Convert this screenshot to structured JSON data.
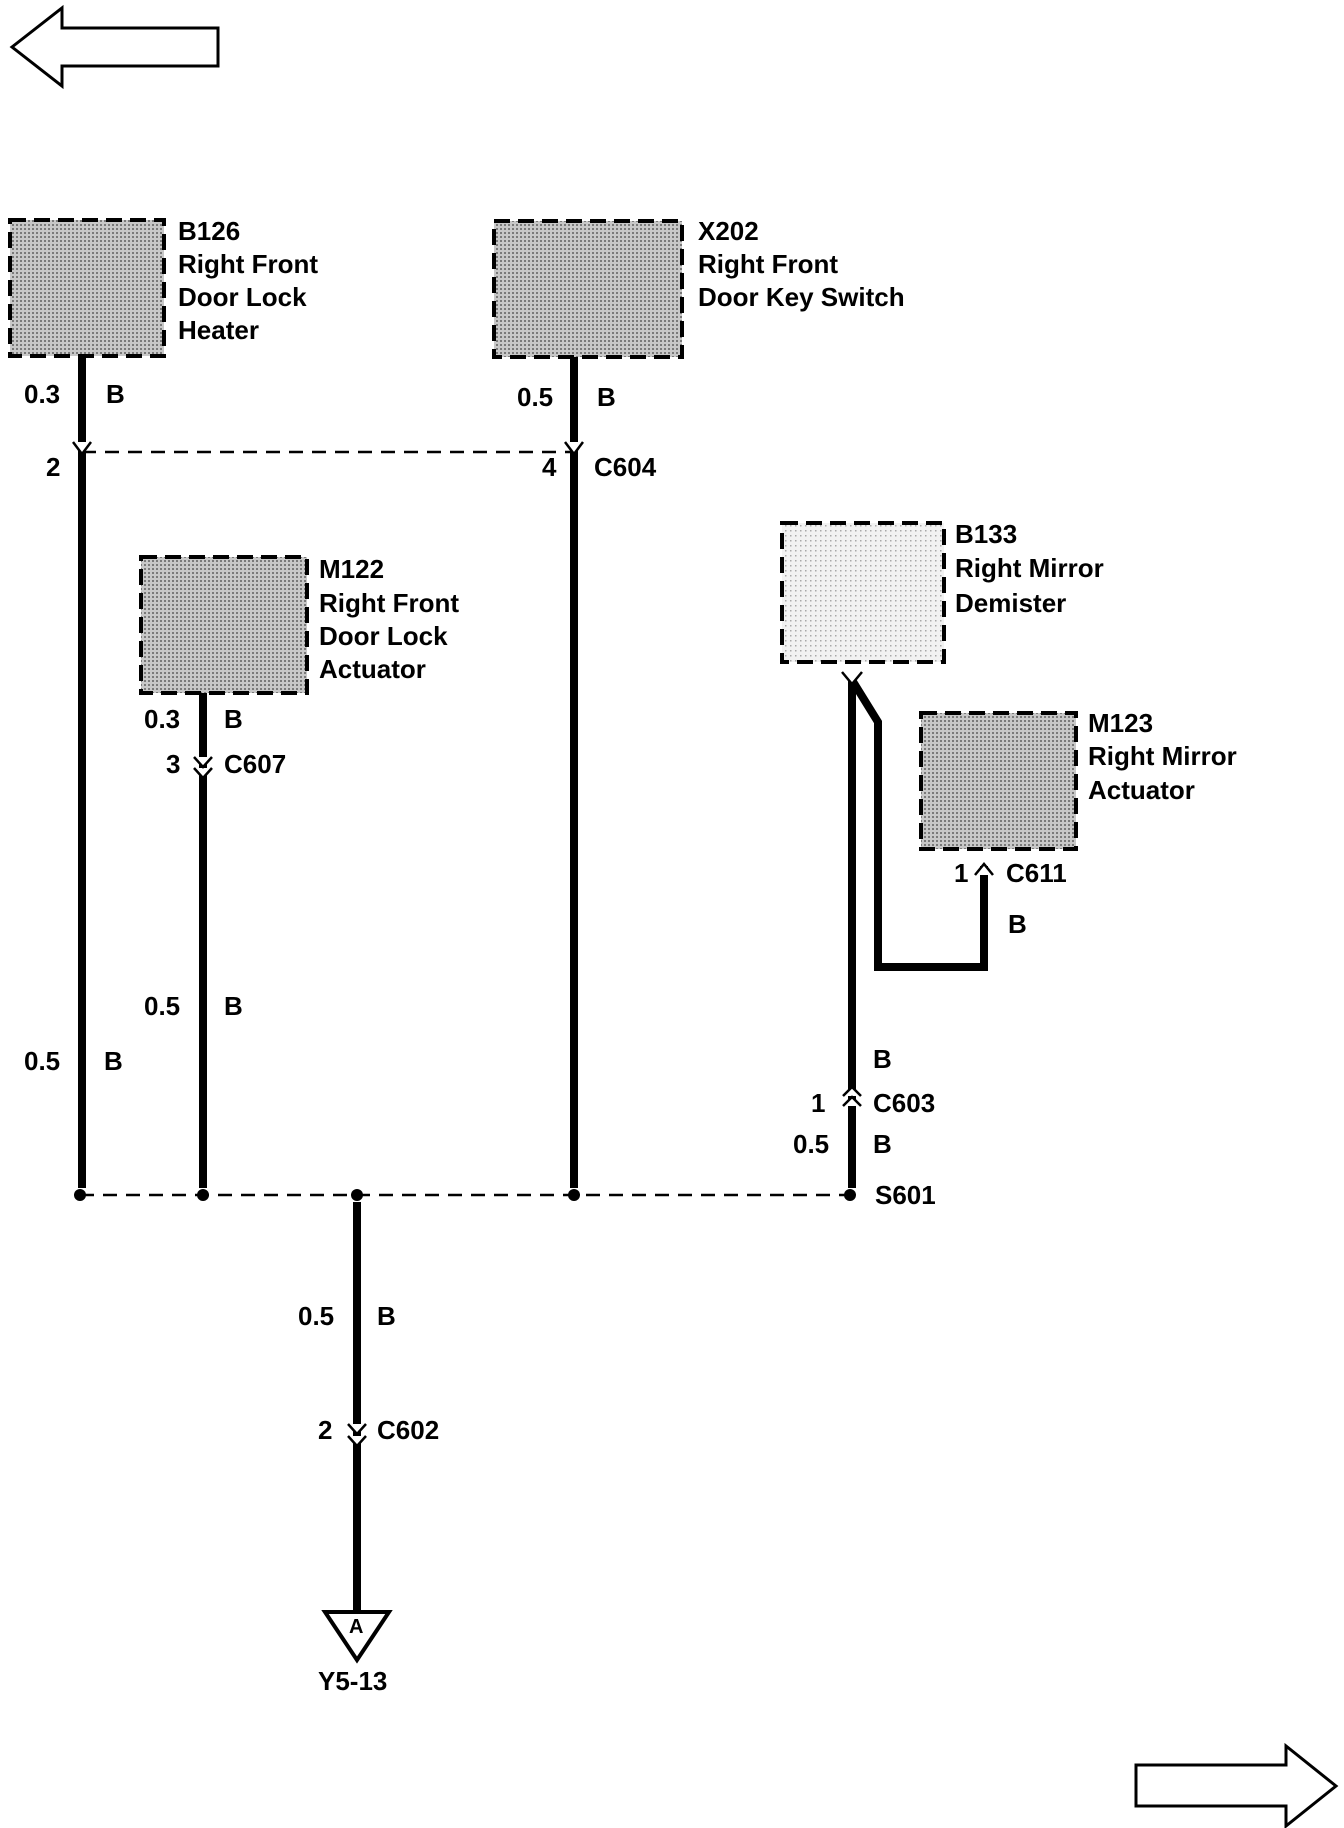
{
  "navigation": {
    "prev_page_icon": "arrow-left-icon",
    "next_page_icon": "arrow-right-icon"
  },
  "components": {
    "b126": {
      "id": "B126",
      "line1": "Right Front",
      "line2": "Door Lock",
      "line3": "Heater"
    },
    "x202": {
      "id": "X202",
      "line1": "Right Front",
      "line2": "Door Key Switch"
    },
    "m122": {
      "id": "M122",
      "line1": "Right Front",
      "line2": "Door Lock",
      "line3": "Actuator"
    },
    "b133": {
      "id": "B133",
      "line1": "Right Mirror",
      "line2": "Demister"
    },
    "m123": {
      "id": "M123",
      "line1": "Right Mirror",
      "line2": "Actuator"
    }
  },
  "wires": {
    "b126_upper": {
      "size": "0.3",
      "color": "B"
    },
    "b126_lower": {
      "size": "0.5",
      "color": "B"
    },
    "x202_upper": {
      "size": "0.5",
      "color": "B"
    },
    "m122_upper": {
      "size": "0.3",
      "color": "B"
    },
    "m122_lower": {
      "size": "0.5",
      "color": "B"
    },
    "m123_wire": {
      "color": "B"
    },
    "b133_upper": {
      "color": "B"
    },
    "b133_lower": {
      "size": "0.5",
      "color": "B"
    },
    "ground_wire": {
      "size": "0.5",
      "color": "B"
    }
  },
  "connectors": {
    "c604": {
      "name": "C604",
      "pin_left": "2",
      "pin_right": "4"
    },
    "c607": {
      "name": "C607",
      "pin": "3"
    },
    "c611": {
      "name": "C611",
      "pin": "1"
    },
    "c603": {
      "name": "C603",
      "pin": "1"
    },
    "c602": {
      "name": "C602",
      "pin": "2"
    }
  },
  "splice": {
    "name": "S601"
  },
  "ground": {
    "letter": "A",
    "ref": "Y5-13"
  },
  "colors": {
    "line": "#000000",
    "component_fill": "#a9a9a9",
    "demister_fill": "#e6e6e6",
    "background": "#ffffff"
  }
}
